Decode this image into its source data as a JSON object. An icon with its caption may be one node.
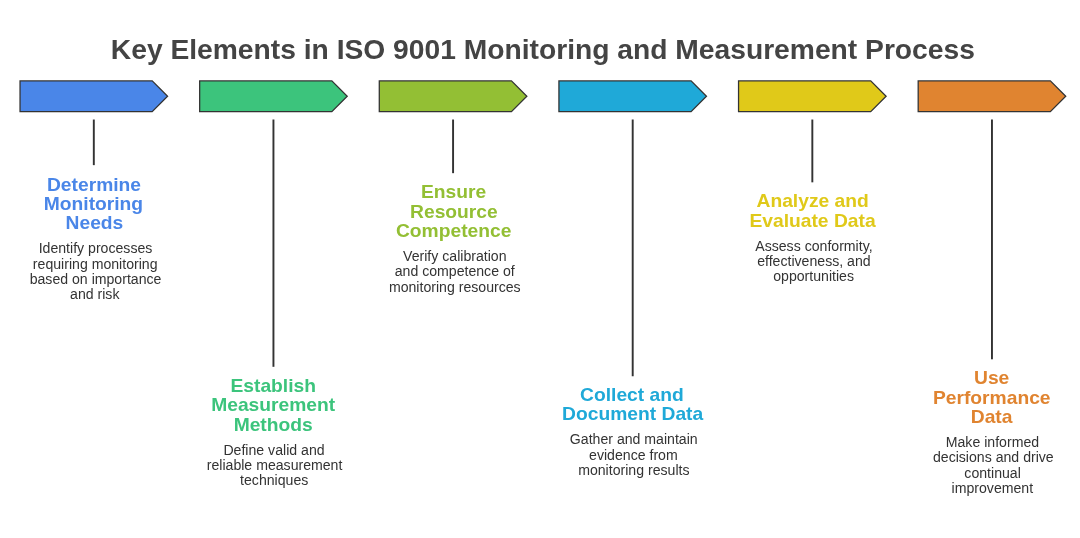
{
  "diagram": {
    "title": "Key Elements in ISO 9001 Monitoring and Measurement Process",
    "nodes": [
      {
        "text": [],
        "shape": "chevron"
      },
      {
        "text": [],
        "shape": "chevron"
      },
      {
        "text": [],
        "shape": "chevron"
      },
      {
        "text": [],
        "shape": "chevron"
      },
      {
        "text": [],
        "shape": "chevron"
      },
      {
        "text": [],
        "shape": "chevron"
      },
      {
        "text": [
          "Determine Monitoring Needs",
          "Identify processes requiring monitoring based on importance and risk"
        ]
      },
      {
        "text": [
          "Establish Measurement Methods",
          "Define valid and reliable measurement techniques"
        ]
      },
      {
        "text": [
          "Ensure Resource Competence",
          "Verify calibration and competence of monitoring resources"
        ]
      },
      {
        "text": [
          "Collect and Document Data",
          "Gather and maintain evidence from monitoring results"
        ]
      },
      {
        "text": [
          "Analyze and Evaluate Data",
          "Assess conformity, effectiveness, and opportunities"
        ]
      },
      {
        "text": [
          "Use Performance Data",
          "Make informed decisions and drive continual improvement"
        ]
      }
    ],
    "edges": [
      {
        "from": 0,
        "to": 6,
        "arrow": "none"
      },
      {
        "from": 1,
        "to": 7,
        "arrow": "none"
      },
      {
        "from": 2,
        "to": 8,
        "arrow": "none"
      },
      {
        "from": 3,
        "to": 9,
        "arrow": "none"
      },
      {
        "from": 4,
        "to": 10,
        "arrow": "none"
      },
      {
        "from": 5,
        "to": 11,
        "arrow": "none"
      }
    ]
  }
}
